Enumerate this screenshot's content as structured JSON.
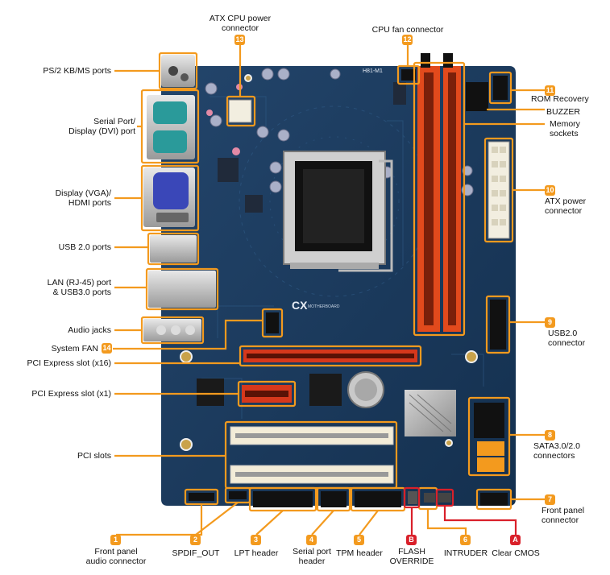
{
  "board": {
    "brand": "CX",
    "model": "H81-M1",
    "subtitle": "MOTHERBOARD"
  },
  "callouts": [
    {
      "id": "ps2",
      "text": [
        "PS/2 KB/MS ports"
      ]
    },
    {
      "id": "serial-dvi",
      "text": [
        "Serial Port/",
        "Display (DVI) port"
      ]
    },
    {
      "id": "vga-hdmi",
      "text": [
        "Display (VGA)/",
        "HDMI ports"
      ]
    },
    {
      "id": "usb20",
      "text": [
        "USB 2.0 ports"
      ]
    },
    {
      "id": "lan-usb3",
      "text": [
        "LAN (RJ-45) port",
        "& USB3.0 ports"
      ]
    },
    {
      "id": "audio-jacks",
      "text": [
        "Audio jacks"
      ]
    },
    {
      "id": "system-fan",
      "badge": "14",
      "text": [
        "System FAN"
      ]
    },
    {
      "id": "pcie16",
      "text": [
        "PCI Express slot (x16)"
      ]
    },
    {
      "id": "pcie1",
      "text": [
        "PCI Express slot (x1)"
      ]
    },
    {
      "id": "pci",
      "text": [
        "PCI slots"
      ]
    },
    {
      "id": "atx-cpu",
      "badge": "13",
      "text": [
        "ATX CPU power",
        "connector"
      ]
    },
    {
      "id": "cpu-fan",
      "badge": "12",
      "text": [
        "CPU fan connector"
      ]
    },
    {
      "id": "rom-recovery",
      "badge": "11",
      "text": [
        "ROM Recovery"
      ]
    },
    {
      "id": "buzzer",
      "text": [
        "BUZZER"
      ]
    },
    {
      "id": "memory",
      "text": [
        "Memory",
        "sockets"
      ]
    },
    {
      "id": "atx-power",
      "badge": "10",
      "text": [
        "ATX power",
        "connector"
      ]
    },
    {
      "id": "usb20-hdr",
      "badge": "9",
      "text": [
        "USB2.0",
        "connector"
      ]
    },
    {
      "id": "sata",
      "badge": "8",
      "text": [
        "SATA3.0/2.0",
        "connectors"
      ]
    },
    {
      "id": "front-panel",
      "badge": "7",
      "text": [
        "Front panel",
        "connector"
      ]
    },
    {
      "id": "front-audio",
      "badge": "1",
      "text": [
        "Front panel",
        "audio connector"
      ]
    },
    {
      "id": "spdif",
      "badge": "2",
      "text": [
        "SPDIF_OUT"
      ]
    },
    {
      "id": "lpt",
      "badge": "3",
      "text": [
        "LPT header"
      ]
    },
    {
      "id": "serial-hdr",
      "badge": "4",
      "text": [
        "Serial port",
        "header"
      ]
    },
    {
      "id": "tpm",
      "badge": "5",
      "text": [
        "TPM header"
      ]
    },
    {
      "id": "flash",
      "badge": "B",
      "text": [
        "FLASH",
        "OVERRIDE"
      ]
    },
    {
      "id": "intruder",
      "badge": "6",
      "text": [
        "INTRUDER"
      ]
    },
    {
      "id": "clear-cmos",
      "badge": "A",
      "text": [
        "Clear CMOS"
      ]
    }
  ],
  "colors": {
    "board": "#1e3a5c",
    "board_dark": "#142a45",
    "accent": "#f39a1e",
    "alert": "#d9202a",
    "dimm": "#e24a1c"
  }
}
